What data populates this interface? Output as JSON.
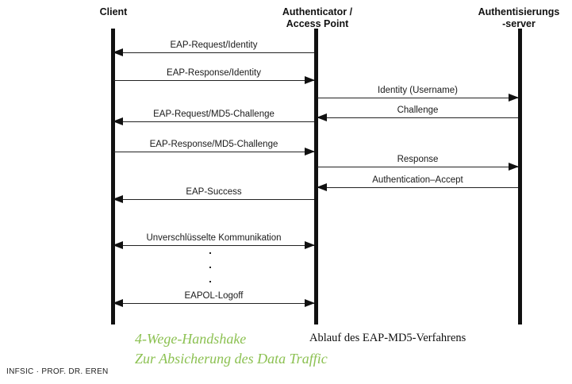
{
  "diagram": {
    "title_caption": "Ablauf des EAP-MD5-Verfahrens",
    "participants": [
      {
        "id": "client",
        "label": "Client"
      },
      {
        "id": "authenticator",
        "label": "Authenticator /\nAccess Point"
      },
      {
        "id": "server",
        "label": "Authentisierungs\n-server"
      }
    ],
    "messages": [
      {
        "label": "EAP-Request/Identity",
        "from": "authenticator",
        "to": "client",
        "direction": "left"
      },
      {
        "label": "EAP-Response/Identity",
        "from": "client",
        "to": "authenticator",
        "direction": "right"
      },
      {
        "label": "Identity (Username)",
        "from": "authenticator",
        "to": "server",
        "direction": "right"
      },
      {
        "label": "Challenge",
        "from": "server",
        "to": "authenticator",
        "direction": "left"
      },
      {
        "label": "EAP-Request/MD5-Challenge",
        "from": "authenticator",
        "to": "client",
        "direction": "left"
      },
      {
        "label": "EAP-Response/MD5-Challenge",
        "from": "client",
        "to": "authenticator",
        "direction": "right"
      },
      {
        "label": "Response",
        "from": "authenticator",
        "to": "server",
        "direction": "right"
      },
      {
        "label": "Authentication–Accept",
        "from": "server",
        "to": "authenticator",
        "direction": "left"
      },
      {
        "label": "EAP-Success",
        "from": "authenticator",
        "to": "client",
        "direction": "left"
      },
      {
        "label": "Unverschlüsselte Kommunikation",
        "from": "client",
        "to": "authenticator",
        "direction": "both"
      },
      {
        "label": "EAPOL-Logoff",
        "from": "client",
        "to": "authenticator",
        "direction": "both"
      }
    ],
    "ellipsis": "···"
  },
  "annotation": {
    "green_note": "4-Wege-Handshake\nZur Absicherung des Data Traffic",
    "green_color": "#8CC152"
  },
  "footer": {
    "text": "INFSIC · PROF. DR. EREN"
  }
}
